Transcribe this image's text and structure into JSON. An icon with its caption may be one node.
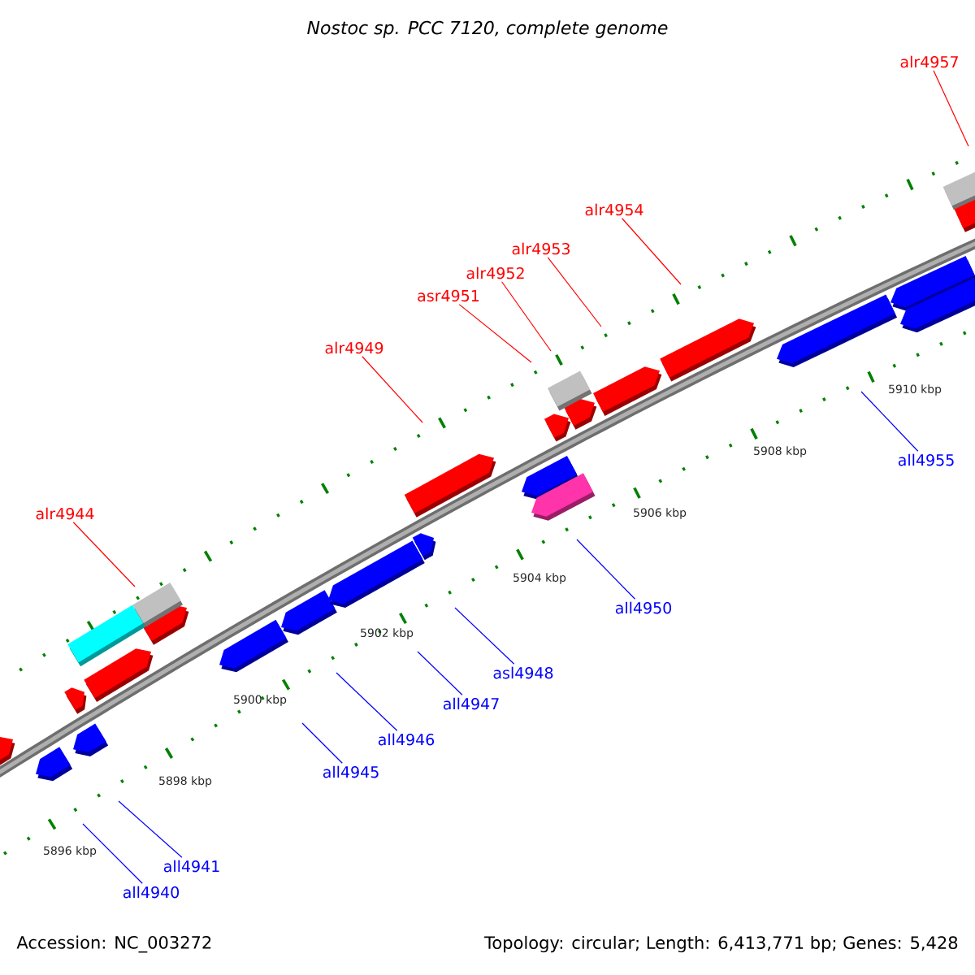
{
  "diagram": {
    "title": "Nostoc sp. PCC 7120, complete genome",
    "nodes": [
      {
        "text": [
          "alr4957"
        ]
      },
      {
        "text": [
          "alr4954"
        ]
      },
      {
        "text": [
          "alr4953"
        ]
      },
      {
        "text": [
          "alr4952"
        ]
      },
      {
        "text": [
          "asr4951"
        ]
      },
      {
        "text": [
          "alr4949"
        ]
      },
      {
        "text": [
          "all4955"
        ]
      },
      {
        "text": [
          "alr4944"
        ]
      },
      {
        "text": [
          "all4950"
        ]
      },
      {
        "text": [
          "asl4948"
        ]
      },
      {
        "text": [
          "all4947"
        ]
      },
      {
        "text": [
          "all4946"
        ]
      },
      {
        "text": [
          "all4945"
        ]
      },
      {
        "text": [
          "all4941"
        ]
      },
      {
        "text": [
          "all4940"
        ]
      }
    ],
    "edges": [
      {
        "from": 0,
        "to": null,
        "arrow": "none",
        "color": "#ff0000"
      },
      {
        "from": 1,
        "to": null,
        "arrow": "none",
        "color": "#ff0000"
      },
      {
        "from": 2,
        "to": null,
        "arrow": "none",
        "color": "#ff0000"
      },
      {
        "from": 3,
        "to": null,
        "arrow": "none",
        "color": "#ff0000"
      },
      {
        "from": 4,
        "to": null,
        "arrow": "none",
        "color": "#ff0000"
      },
      {
        "from": 5,
        "to": null,
        "arrow": "none",
        "color": "#ff0000"
      },
      {
        "from": 6,
        "to": null,
        "arrow": "none"
      },
      {
        "from": 7,
        "to": null,
        "arrow": "none",
        "color": "#ff0000"
      },
      {
        "from": 8,
        "to": null,
        "arrow": "none"
      },
      {
        "from": 9,
        "to": null,
        "arrow": "none"
      },
      {
        "from": 10,
        "to": null,
        "arrow": "none"
      },
      {
        "from": 11,
        "to": null,
        "arrow": "none"
      },
      {
        "from": 12,
        "to": null,
        "arrow": "none"
      },
      {
        "from": 13,
        "to": null,
        "arrow": "none"
      },
      {
        "from": 14,
        "to": null,
        "arrow": "none"
      }
    ],
    "labels": [
      "5910 kbp",
      "5908 kbp",
      "5906 kbp",
      "5904 kbp",
      "5902 kbp",
      "5900 kbp",
      "5898 kbp",
      "5896 kbp",
      "Accession: NC_003272",
      "Topology: circular; Length: 6,413,771 bp; Genes: 5,428"
    ]
  }
}
